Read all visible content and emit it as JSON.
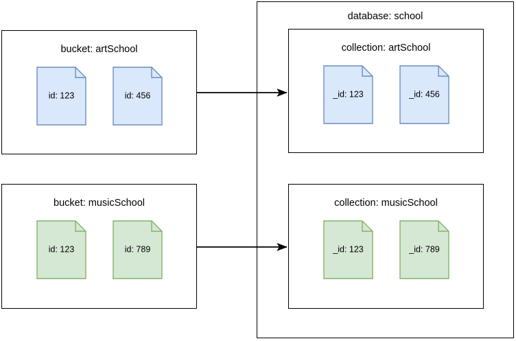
{
  "diagram": {
    "title_note": "bucket to collection migration diagram",
    "database": {
      "label": "database: school",
      "collections": [
        {
          "label": "collection: artSchool",
          "doc_color": "blue",
          "documents": [
            {
              "label": "_id: 123"
            },
            {
              "label": "_id: 456"
            }
          ]
        },
        {
          "label": "collection: musicSchool",
          "doc_color": "green",
          "documents": [
            {
              "label": "_id: 123"
            },
            {
              "label": "_id: 789"
            }
          ]
        }
      ]
    },
    "buckets": [
      {
        "label": "bucket: artSchool",
        "doc_color": "blue",
        "documents": [
          {
            "label": "id: 123"
          },
          {
            "label": "id: 456"
          }
        ]
      },
      {
        "label": "bucket: musicSchool",
        "doc_color": "green",
        "documents": [
          {
            "label": "id: 123"
          },
          {
            "label": "id: 789"
          }
        ]
      }
    ],
    "arrows": [
      {
        "name": "arrow-art-bucket-to-collection",
        "from": "bucket: artSchool",
        "to": "collection: artSchool"
      },
      {
        "name": "arrow-music-bucket-to-collection",
        "from": "bucket: musicSchool",
        "to": "collection: musicSchool"
      }
    ],
    "colors": {
      "blue_fill": "#dae8fc",
      "blue_stroke": "#6c8ebf",
      "green_fill": "#d5e8d4",
      "green_stroke": "#82b366",
      "box_stroke": "#000000",
      "background": "#ffffff",
      "arrow": "#000000"
    }
  }
}
